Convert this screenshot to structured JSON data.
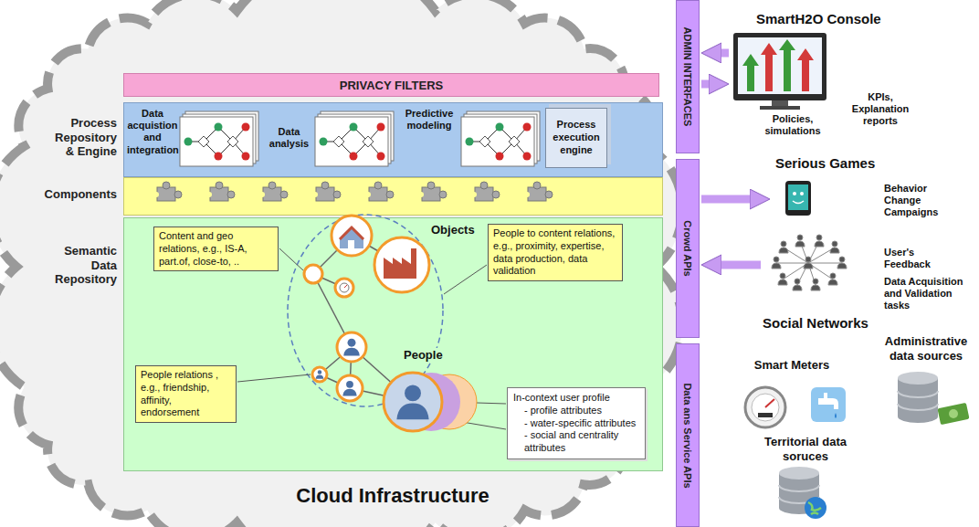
{
  "diagram": {
    "nodes": [
      {
        "text": [
          "PRIVACY FILTERS"
        ]
      },
      {
        "text": [
          "Process Repository & Engine"
        ]
      },
      {
        "text": [
          "Process execution engine"
        ],
        "in": 1
      },
      {
        "text": [
          "Components"
        ]
      },
      {
        "text": [
          "Semantic Data Repository"
        ]
      },
      {
        "text": [
          "Content and geo relations, e.g., IS-A, part.of, close-to, .."
        ],
        "in": 4
      },
      {
        "text": [
          "People to content relations, e.g., proximity, expertise, data production, data validation"
        ],
        "in": 4
      },
      {
        "text": [
          "People relations , e.g., friendship, affinity, endorsement"
        ],
        "in": 4
      },
      {
        "text": [
          "In-context user profile",
          "- profile attributes",
          "- water-specific attributes",
          "- social and centrality attributes"
        ],
        "in": 4
      },
      {
        "text": [
          "ADMIN INTERFACES"
        ]
      },
      {
        "text": [
          "Crowd APIs"
        ]
      },
      {
        "text": [
          "Data ans Service APIs"
        ]
      },
      {
        "text": [
          "SmartH2O Console"
        ]
      },
      {
        "text": [
          "Serious Games"
        ]
      },
      {
        "text": [
          "Social Networks"
        ]
      }
    ],
    "edges": [
      {
        "from": 12,
        "to": 9,
        "arrow": "to"
      },
      {
        "from": 9,
        "to": 12,
        "arrow": "to"
      },
      {
        "from": 10,
        "to": 13,
        "arrow": "to"
      },
      {
        "from": 14,
        "to": 10,
        "arrow": "to"
      }
    ],
    "labels": [
      "Data acquistion and integration",
      "Data analysis",
      "Predictive modeling",
      "Objects",
      "People",
      "Cloud Infrastructure",
      "Policies, simulations",
      "KPIs, Explanation reports",
      "Behavior Change Campaigns",
      "User's Feedback",
      "Data Acquisition and Validation tasks",
      "Smart Meters",
      "Administrative data sources",
      "Territorial data soruces"
    ]
  }
}
